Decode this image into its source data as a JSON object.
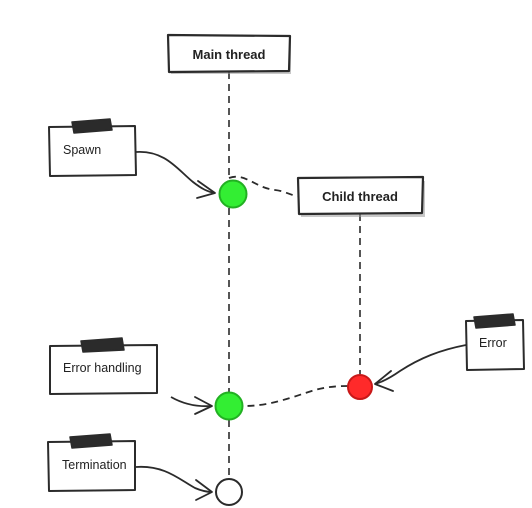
{
  "threads": {
    "main": "Main thread",
    "child": "Child thread"
  },
  "notes": {
    "spawn": "Spawn",
    "error_handling": "Error handling",
    "termination": "Termination",
    "error": "Error"
  },
  "colors": {
    "line": "#2b2b2b",
    "ok_fill": "#33ee33",
    "ok_stroke": "#22b022",
    "error_fill": "#ff2a2a",
    "error_stroke": "#c81818",
    "tape": "#2b2b2b",
    "box_fill": "#ffffff"
  },
  "icons": {
    "ok_event": "green-circle",
    "error_event": "red-circle",
    "end_event": "hollow-circle",
    "note_pin": "tape-strip"
  }
}
